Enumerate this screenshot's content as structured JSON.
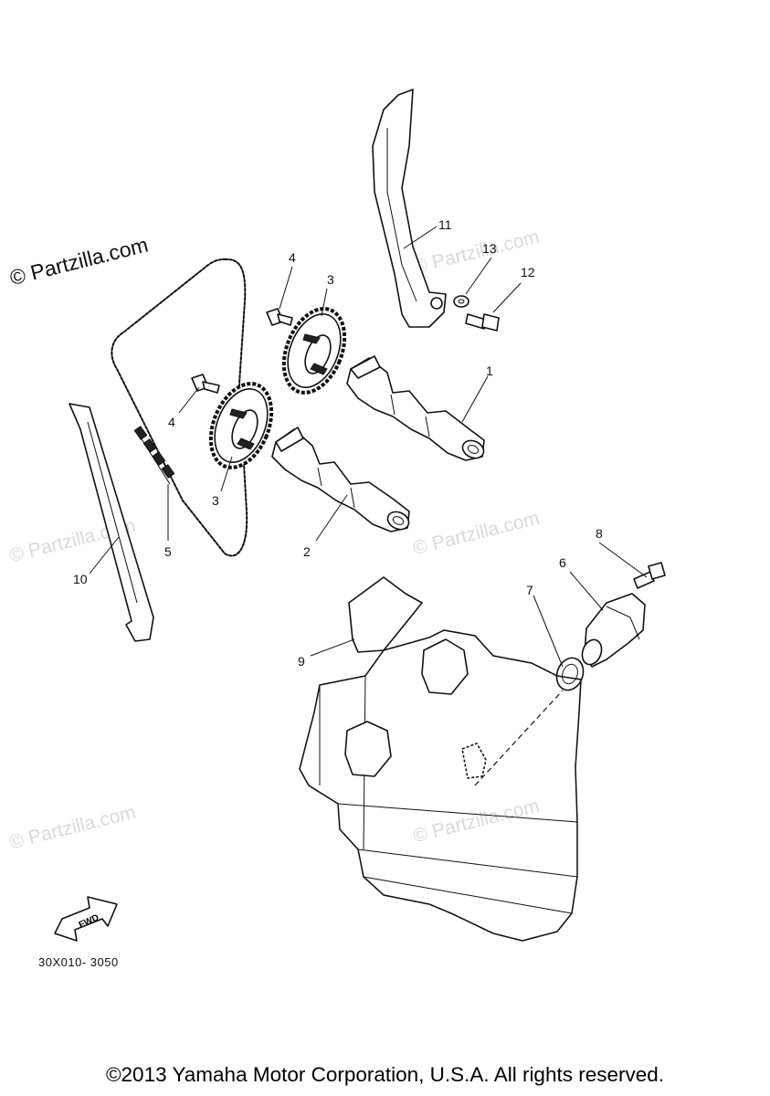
{
  "watermarks": {
    "primary": "© Partzilla.com",
    "faint": "© Partzilla.com"
  },
  "callouts": {
    "c1": "1",
    "c2": "2",
    "c3a": "3",
    "c3b": "3",
    "c4a": "4",
    "c4b": "4",
    "c5": "5",
    "c6": "6",
    "c7": "7",
    "c8": "8",
    "c9": "9",
    "c10": "10",
    "c11": "11",
    "c12": "12",
    "c13": "13"
  },
  "fwd_label": "FWD",
  "part_code": "30X010- 3050",
  "copyright": "©2013 Yamaha Motor Corporation, U.S.A. All rights reserved."
}
